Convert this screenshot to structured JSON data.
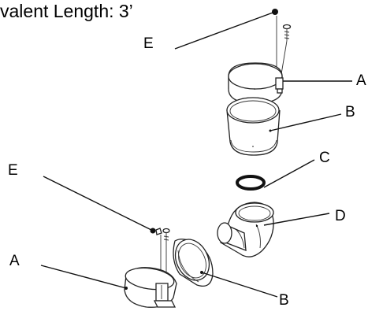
{
  "title": "valent Length: 3’",
  "labels": {
    "a_top": "A",
    "b_top": "B",
    "c": "C",
    "d": "D",
    "e_top": "E",
    "e_left": "E",
    "a_left": "A",
    "b_bottom": "B"
  }
}
